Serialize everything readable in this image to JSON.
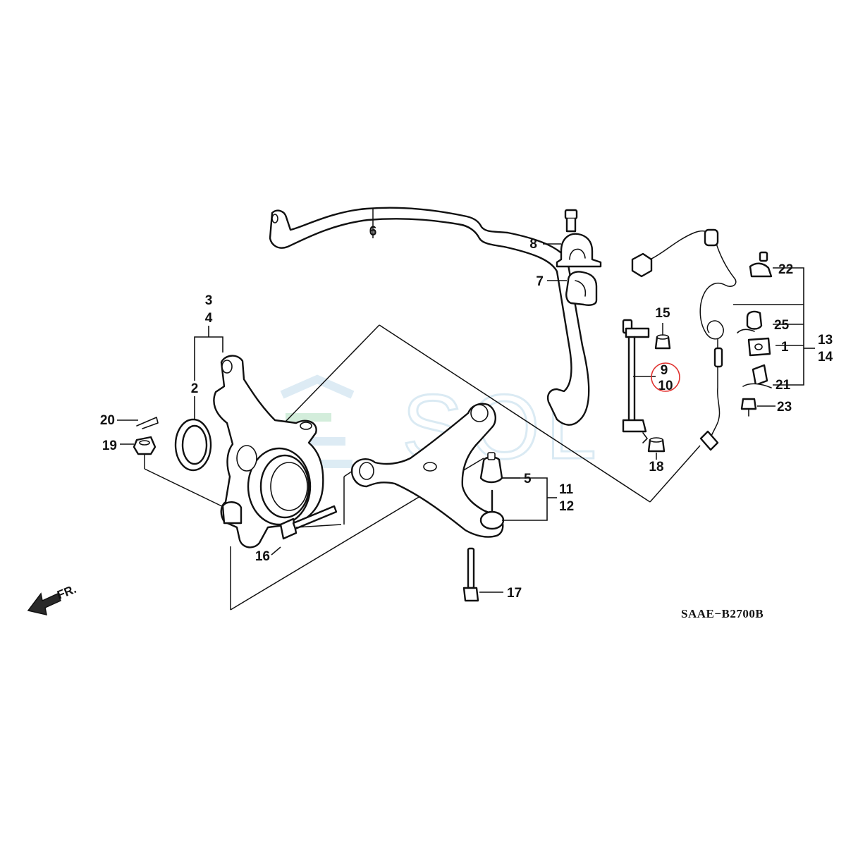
{
  "diagram": {
    "reference_code": "SAAE−B2700B",
    "direction_label": "FR.",
    "watermark_text": "SOL",
    "highlight_color": "#e0322f",
    "watermark_color": "#bcd9ea",
    "callouts": {
      "c1": "1",
      "c2": "2",
      "c3": "3",
      "c4": "4",
      "c5": "5",
      "c6": "6",
      "c7": "7",
      "c8": "8",
      "c9": "9",
      "c10": "10",
      "c11": "11",
      "c12": "12",
      "c13": "13",
      "c14": "14",
      "c15": "15",
      "c16": "16",
      "c17": "17",
      "c18": "18",
      "c19": "19",
      "c20": "20",
      "c21": "21",
      "c22": "22",
      "c23": "23",
      "c25": "25"
    },
    "highlighted_callouts": [
      "9",
      "10"
    ]
  }
}
